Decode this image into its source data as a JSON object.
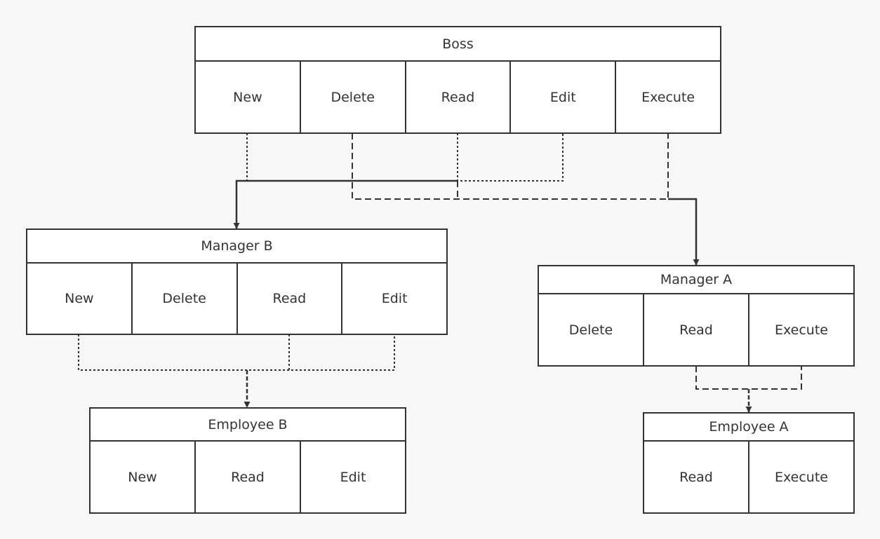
{
  "boss": {
    "title": "Boss",
    "permissions": [
      "New",
      "Delete",
      "Read",
      "Edit",
      "Execute"
    ]
  },
  "manager_b": {
    "title": "Manager B",
    "permissions": [
      "New",
      "Delete",
      "Read",
      "Edit"
    ]
  },
  "manager_a": {
    "title": "Manager A",
    "permissions": [
      "Delete",
      "Read",
      "Execute"
    ]
  },
  "employee_b": {
    "title": "Employee B",
    "permissions": [
      "New",
      "Read",
      "Edit"
    ]
  },
  "employee_a": {
    "title": "Employee A",
    "permissions": [
      "Read",
      "Execute"
    ]
  },
  "colors": {
    "line": "#333333",
    "box_fill": "#ffffff",
    "background": "#f8f8f8"
  }
}
